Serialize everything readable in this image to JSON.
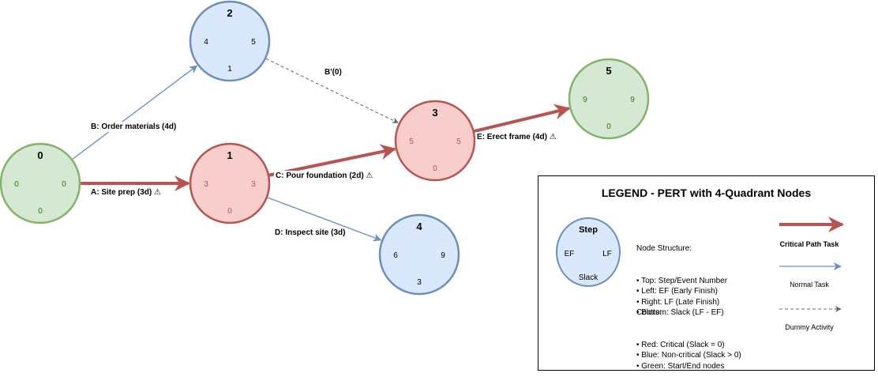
{
  "colors": {
    "critical_fill": "#f8cecc",
    "critical_stroke": "#b85450",
    "critical_text": "#b85450",
    "normal_fill": "#dae8fc",
    "normal_stroke": "#6c8ebf",
    "normal_text": "#000000",
    "terminal_fill": "#d5e8d4",
    "terminal_stroke": "#82b366",
    "terminal_text": "#2d7a00",
    "dummy_stroke": "#666666"
  },
  "nodes": [
    {
      "id": "0",
      "step": "0",
      "ef": "0",
      "lf": "0",
      "slack": "0",
      "kind": "terminal"
    },
    {
      "id": "1",
      "step": "1",
      "ef": "3",
      "lf": "3",
      "slack": "0",
      "kind": "critical"
    },
    {
      "id": "2",
      "step": "2",
      "ef": "4",
      "lf": "5",
      "slack": "1",
      "kind": "normal"
    },
    {
      "id": "3",
      "step": "3",
      "ef": "5",
      "lf": "5",
      "slack": "0",
      "kind": "critical"
    },
    {
      "id": "4",
      "step": "4",
      "ef": "6",
      "lf": "9",
      "slack": "3",
      "kind": "normal"
    },
    {
      "id": "5",
      "step": "5",
      "ef": "9",
      "lf": "9",
      "slack": "0",
      "kind": "terminal"
    }
  ],
  "edges": [
    {
      "from": "0",
      "to": "1",
      "label": "A: Site prep (3d) ⚠",
      "kind": "critical"
    },
    {
      "from": "0",
      "to": "2",
      "label": "B: Order materials (4d)",
      "kind": "normal"
    },
    {
      "from": "2",
      "to": "3",
      "label": "B'(0)",
      "kind": "dummy"
    },
    {
      "from": "1",
      "to": "3",
      "label": "C: Pour foundation (2d) ⚠",
      "kind": "critical"
    },
    {
      "from": "1",
      "to": "4",
      "label": "D: Inspect site (3d)",
      "kind": "normal"
    },
    {
      "from": "3",
      "to": "5",
      "label": "E: Erect frame (4d) ⚠",
      "kind": "critical"
    }
  ],
  "legend": {
    "title": "LEGEND - PERT with 4-Quadrant Nodes",
    "sample_node": {
      "step": "Step",
      "ef": "EF",
      "lf": "LF",
      "slack": "Slack"
    },
    "structure_heading": "Node Structure:",
    "structure_items": [
      "• Top: Step/Event Number",
      "• Left: EF (Early Finish)",
      "• Right: LF (Late Finish)",
      "• Bottom: Slack (LF - EF)"
    ],
    "colors_heading": "Colors:",
    "color_items": [
      "• Red: Critical (Slack = 0)",
      "• Blue: Non-critical (Slack > 0)",
      "• Green: Start/End nodes"
    ],
    "critical_label": "Critical Path Task",
    "normal_label": "Normal Task",
    "dummy_label": "Dummy Activity"
  }
}
